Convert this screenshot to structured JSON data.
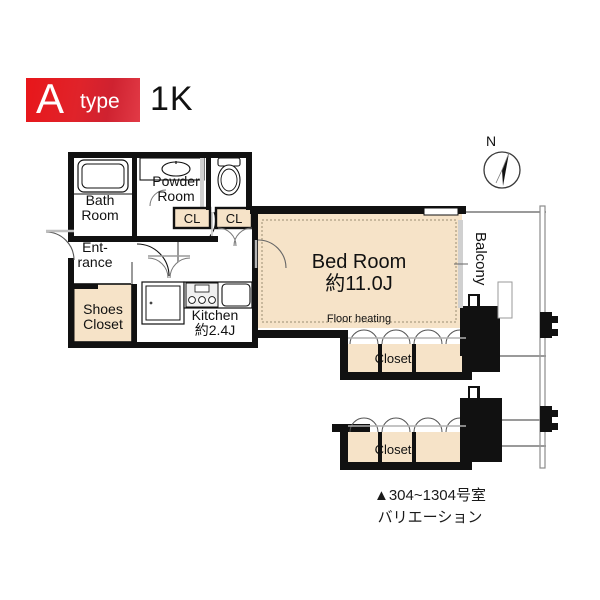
{
  "header": {
    "plan_letter": "A",
    "plan_type_word": "type",
    "plan_code": "1K",
    "badge_color": "#e0232a"
  },
  "compass": {
    "north_label": "N",
    "icon": "compass-north-icon"
  },
  "rooms": [
    {
      "id": "bath",
      "label": "Bath\nRoom",
      "name": "bath-room"
    },
    {
      "id": "powder",
      "label": "Powder\nRoom",
      "name": "powder-room"
    },
    {
      "id": "entrance",
      "label": "Ent-\nrance",
      "name": "entrance"
    },
    {
      "id": "shoes",
      "label": "Shoes\nCloset",
      "name": "shoes-closet"
    },
    {
      "id": "kitchen",
      "label": "Kitchen\n約2.4J",
      "name": "kitchen"
    },
    {
      "id": "bedroom",
      "label": "Bed Room\n約11.0J",
      "name": "bed-room"
    }
  ],
  "labels": {
    "bath_room_line1": "Bath",
    "bath_room_line2": "Room",
    "powder_room_line1": "Powder",
    "powder_room_line2": "Room",
    "entrance_line1": "Ent-",
    "entrance_line2": "rance",
    "shoes_closet_line1": "Shoes",
    "shoes_closet_line2": "Closet",
    "kitchen_line1": "Kitchen",
    "kitchen_line2": "約2.4J",
    "bed_room_line1": "Bed Room",
    "bed_room_line2": "約11.0J",
    "floor_heating": "Floor heating",
    "closet_main": "Closet",
    "closet_variation": "Closet",
    "cl_left": "CL",
    "cl_right": "CL",
    "balcony": "Balcony"
  },
  "areas": {
    "kitchen_jo": "約2.4J",
    "bed_room_jo": "約11.0J"
  },
  "caption": {
    "line1": "▲304~1304号室",
    "line2": "バリエーション"
  },
  "colors": {
    "room_fill": "#f6e3c8",
    "wall": "#111111",
    "thin_wall": "#6f6f6f",
    "badge_red": "#e0232a",
    "text": "#111111"
  }
}
